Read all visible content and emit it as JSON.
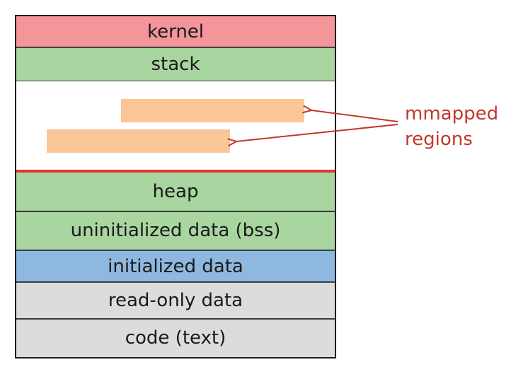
{
  "colors": {
    "kernel": "#f4959a",
    "stack_heap_bss": "#a8d5a0",
    "initialized_data": "#8fb8e0",
    "readonly_code": "#dcdcdc",
    "mmap": "#fbc695",
    "heap_boundary": "#e03535",
    "annotation": "#c0392b"
  },
  "segments": {
    "kernel": "kernel",
    "stack": "stack",
    "heap": "heap",
    "bss": "uninitialized data (bss)",
    "init": "initialized data",
    "rodata": "read-only data",
    "code": "code (text)"
  },
  "annotation": {
    "line1": "mmapped",
    "line2": "regions"
  }
}
